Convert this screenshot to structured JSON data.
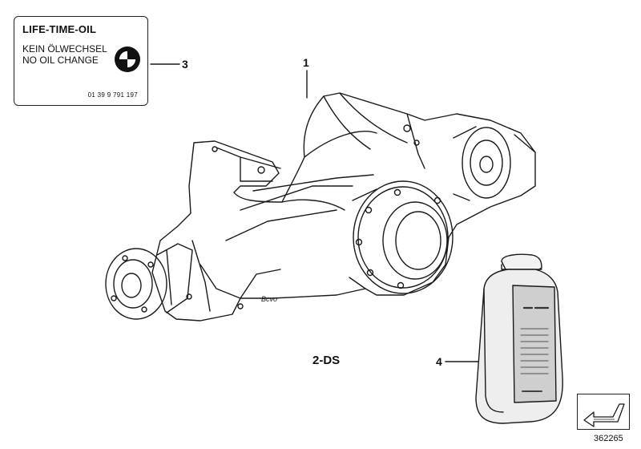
{
  "label": {
    "title": "LIFE-TIME-OIL",
    "line1": "KEIN ÖLWECHSEL",
    "line2": "NO OIL CHANGE",
    "part_number": "01 39 9 791 197"
  },
  "callouts": [
    "1",
    "3",
    "4"
  ],
  "variant": "2-DS",
  "diagram_id": "362265",
  "icons": {
    "logo": "bmw-roundel-icon",
    "nav": "arrow-down-left-icon"
  },
  "colors": {
    "line": "#1a1a1a",
    "background": "#ffffff"
  }
}
